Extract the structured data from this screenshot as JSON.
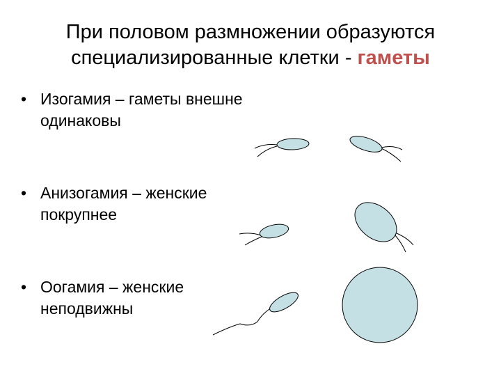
{
  "slide": {
    "title_line1": "При половом размножении образуются",
    "title_line2_prefix": "специализированные клетки - ",
    "title_highlight": "гаметы",
    "highlight_color": "#c0504d"
  },
  "bullets": [
    {
      "marker": "•",
      "line1": "Изогамия – гаметы внешне",
      "line2": "одинаковы"
    },
    {
      "marker": "•",
      "line1": "Анизогамия – женские",
      "line2": "покрупнее"
    },
    {
      "marker": "•",
      "line1": "Оогамия – женские",
      "line2": "неподвижны"
    }
  ],
  "illustrations": {
    "cell_fill": "#c4e0e4",
    "outline_color": "#000000",
    "items": [
      "isogamy-gamete-left",
      "isogamy-gamete-right",
      "anisogamy-small-gamete",
      "anisogamy-large-gamete",
      "oogamy-sperm",
      "oogamy-egg"
    ]
  }
}
